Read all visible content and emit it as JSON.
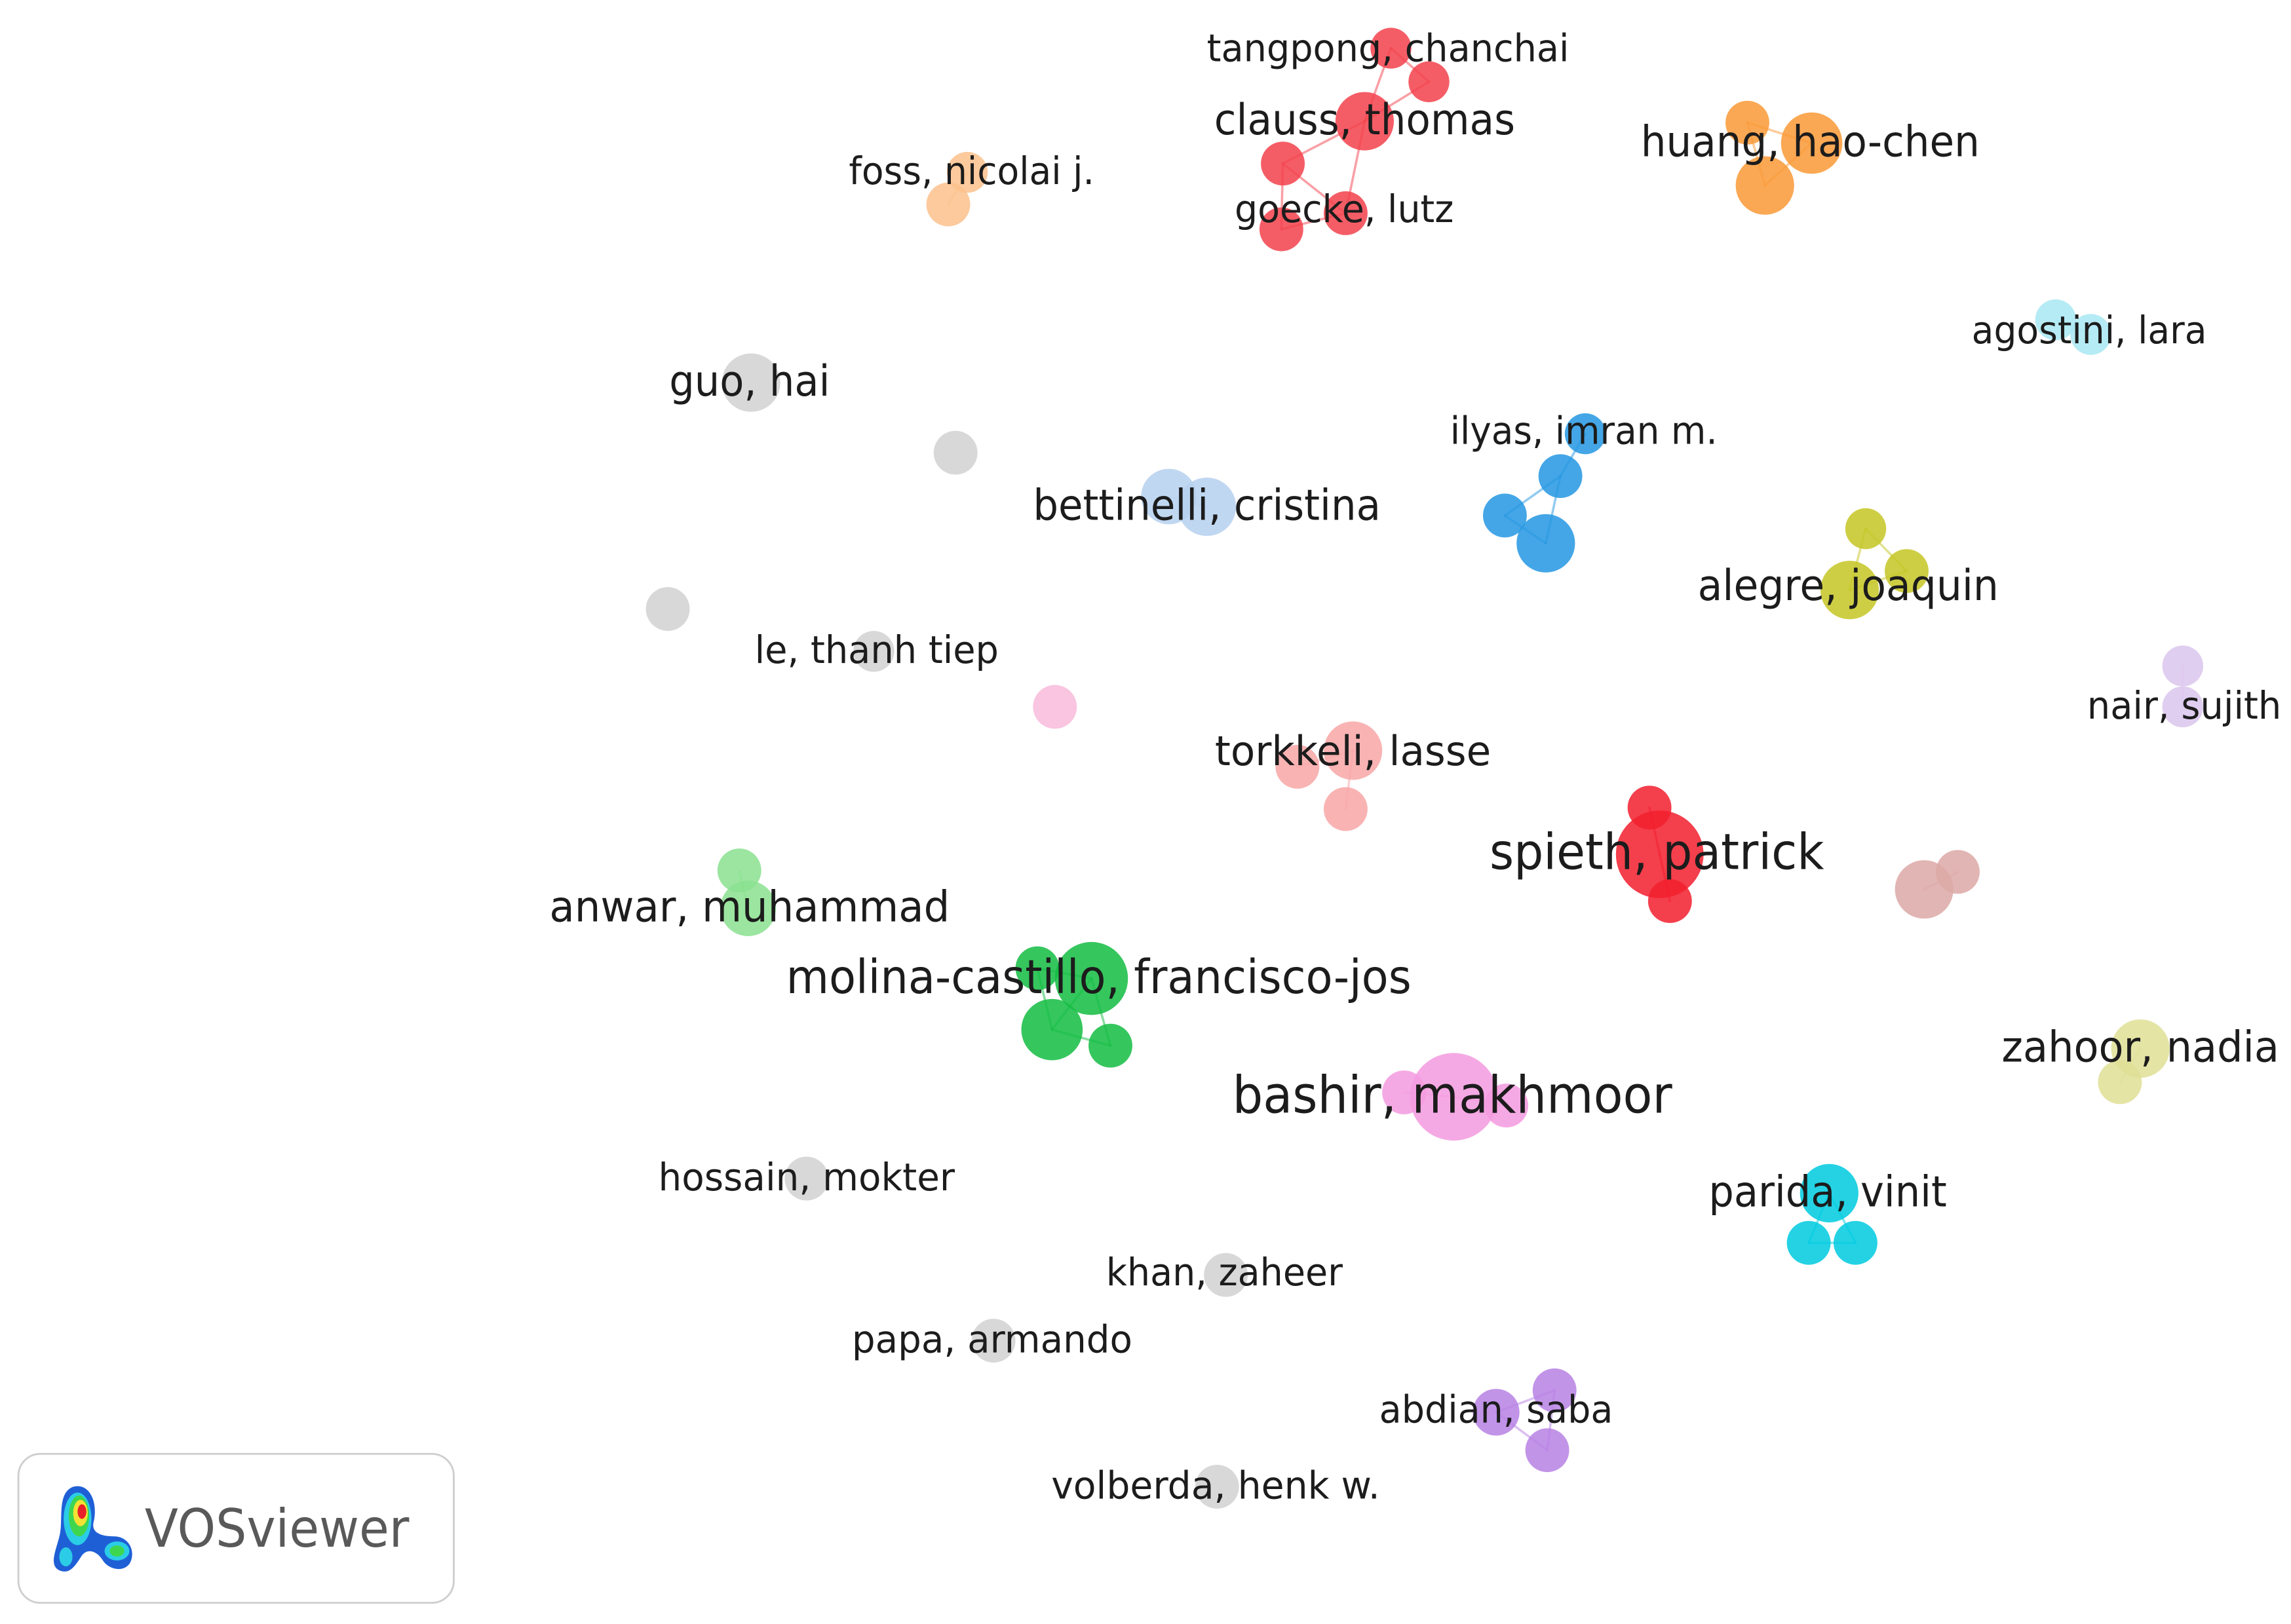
{
  "app": {
    "logo_text": "VOSviewer",
    "logo_icon": "vosviewer-density-logo-icon"
  },
  "network": {
    "label_color": "#1c1c1c",
    "logo_text_color": "#595959",
    "logo_border_color": "#cfcfcf",
    "cluster_colors": {
      "red": "#f3424d",
      "orange": "#f99a38",
      "peach": "#fbc18d",
      "pale_cyan": "#a9e8f2",
      "gray": "#d2d2d2",
      "light_blue": "#b6d1ef",
      "blue": "#2597e2",
      "olive": "#c6c626",
      "lilac": "#dbc6ee",
      "light_pink": "#f8bcdc",
      "salmon": "#f8a6a7",
      "bright_red": "#f2202f",
      "rosy": "#dca9a6",
      "light_green": "#8ae190",
      "green": "#15bd43",
      "pale_olive": "#dfdf96",
      "pink": "#f39bdf",
      "cyan": "#00cbe0",
      "purple": "#b882e4"
    },
    "labels": [
      "tangpong, chanchai",
      "clauss, thomas",
      "huang, hao-chen",
      "foss, nicolai j.",
      "goecke, lutz",
      "agostini, lara",
      "guo, hai",
      "ilyas, imran m.",
      "bettinelli, cristina",
      "alegre, joaquin",
      "le, thanh tiep",
      "nair, sujith",
      "torkkeli, lasse",
      "spieth, patrick",
      "anwar, muhammad",
      "molina-castillo, francisco-jos",
      "zahoor, nadia",
      "bashir, makhmoor",
      "hossain, mokter",
      "parida, vinit",
      "khan, zaheer",
      "papa, armando",
      "abdian, saba",
      "volberda, henk w."
    ]
  }
}
